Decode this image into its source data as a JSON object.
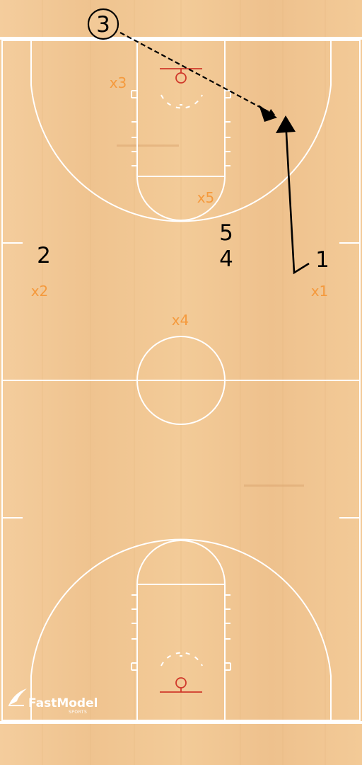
{
  "players": {
    "offense": [
      {
        "label": "1"
      },
      {
        "label": "2"
      },
      {
        "label": "3"
      },
      {
        "label": "4"
      },
      {
        "label": "5"
      }
    ],
    "defense": [
      {
        "label": "x1"
      },
      {
        "label": "x2"
      },
      {
        "label": "x3"
      },
      {
        "label": "x4"
      },
      {
        "label": "x5"
      }
    ]
  },
  "colors": {
    "wood": "#f2c997",
    "court_lines": "#ffffff",
    "rim": "#d0392b",
    "offense": "#000000",
    "defense": "#f59a3d"
  },
  "logo": {
    "name": "FastModel",
    "sub": "SPORTS"
  }
}
